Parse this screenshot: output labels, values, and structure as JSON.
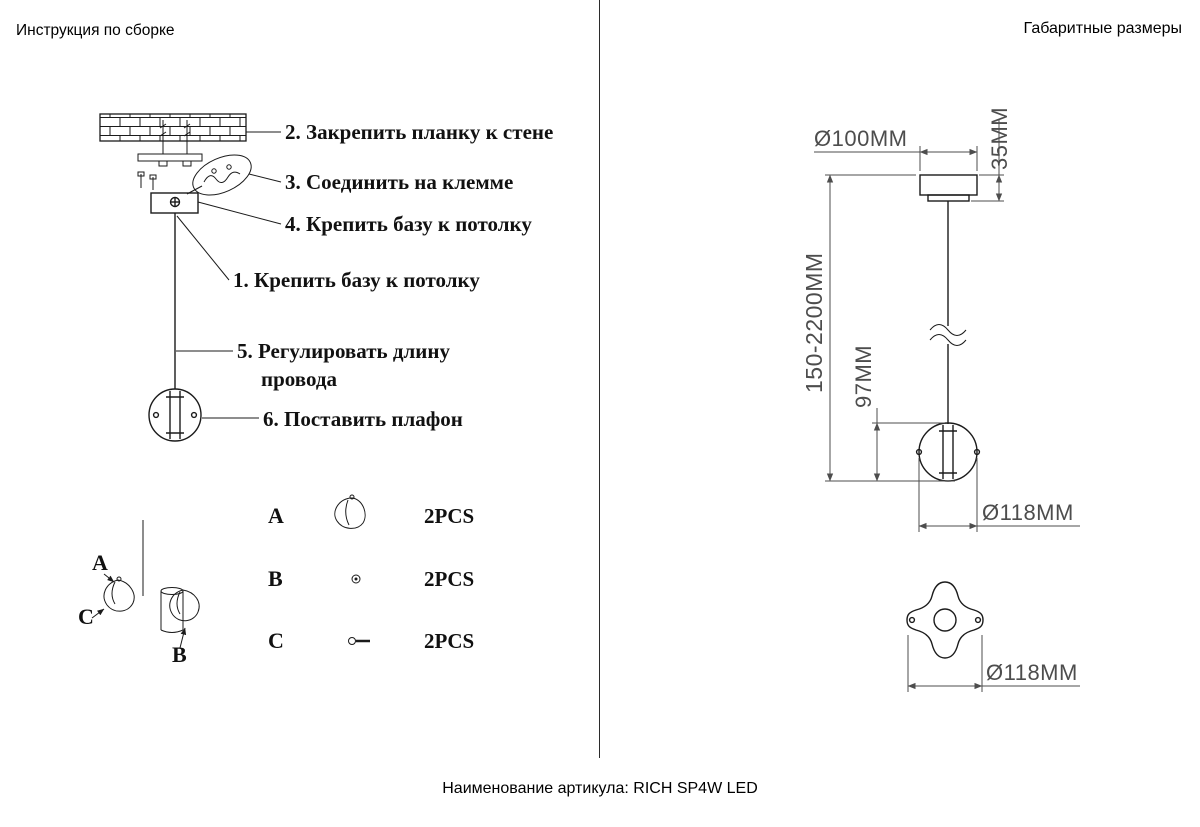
{
  "left_panel": {
    "title": "Инструкция по сборке",
    "steps": [
      {
        "text": "2. Закрепить планку к стене"
      },
      {
        "text": "3. Соединить на клемме"
      },
      {
        "text": "4. Крепить базу к потолку"
      },
      {
        "text": "1. Крепить базу к потолку"
      },
      {
        "text": "5. Регулировать длину",
        "text2": "провода"
      },
      {
        "text": "6. Поставить плафон"
      }
    ],
    "parts": [
      {
        "label": "A",
        "qty": "2PCS"
      },
      {
        "label": "B",
        "qty": "2PCS"
      },
      {
        "label": "C",
        "qty": "2PCS"
      }
    ],
    "assembly_labels": {
      "a": "A",
      "b": "B",
      "c": "C"
    }
  },
  "right_panel": {
    "title": "Габаритные размеры",
    "dimensions": {
      "canopy_diameter": "Ø100MM",
      "canopy_height": "35MM",
      "cord_length": "150-2200MM",
      "shade_height": "97MM",
      "shade_diameter": "Ø118MM",
      "bottom_view_diameter": "Ø118MM"
    }
  },
  "footer": {
    "article_label": "Наименование артикула: RICH SP4W LED"
  },
  "colors": {
    "drawing_line": "#1b1b1b",
    "dimension": "#4d4d4d"
  }
}
